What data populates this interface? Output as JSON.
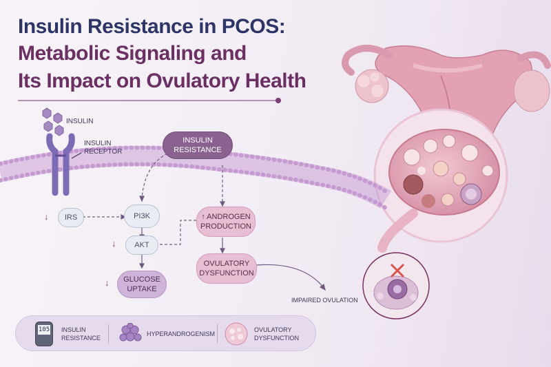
{
  "title": {
    "line1": "Insulin Resistance in PCOS:",
    "line2": "Metabolic Signaling and",
    "line3": "Its Impact on Ovulatory Health"
  },
  "labels": {
    "insulin": "INSULIN",
    "insulin_receptor": "INSULIN RECEPTOR",
    "impaired_ovulation": "IMPAIRED OVULATION"
  },
  "nodes": {
    "insulin_resistance": "INSULIN RESISTANCE",
    "irs": "IRS",
    "pi3k": "PI3K",
    "akt": "AKT",
    "glucose_uptake": "GLUCOSE UPTAKE",
    "androgen_production": "↑ ANDROGEN PRODUCTION",
    "ovulatory_dysfunction": "OVULATORY DYSFUNCTION"
  },
  "arrows": {
    "down": "↓"
  },
  "legend": {
    "meter_value": "105",
    "item1": "INSULIN RESISTANCE",
    "item2": "HYPERANDROGENISM",
    "item3": "OVULATORY DYSFUNCTION"
  },
  "colors": {
    "title_navy": "#2d3566",
    "title_plum": "#6b2f63",
    "membrane": "#c49ad0",
    "receptor": "#7d6bb5",
    "uterus": "#e3a6b6",
    "cross": "#d9534f"
  }
}
